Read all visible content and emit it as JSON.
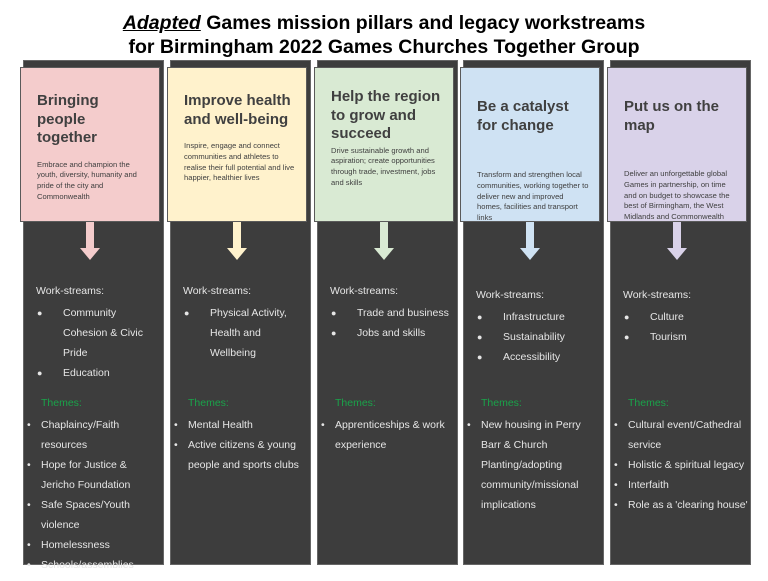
{
  "title": {
    "emphasis": "Adapted",
    "line1_rest": " Games mission pillars and legacy workstreams",
    "line2": "for Birmingham 2022 Games Churches Together Group"
  },
  "labels": {
    "workstreams": "Work-streams:",
    "themes": "Themes:"
  },
  "pillars": [
    {
      "title": "Bringing people together",
      "description": "Embrace and champion the youth, diversity, humanity and pride of the city and Commonwealth",
      "color": "#f4cccc",
      "workstreams": [
        "Community Cohesion & Civic Pride",
        "Education"
      ],
      "themes": [
        "Chaplaincy/Faith resources",
        "Hope for Justice & Jericho Foundation",
        "Safe Spaces/Youth violence",
        "Homelessness",
        "Schools/assemblies"
      ]
    },
    {
      "title": "Improve health and well-being",
      "description": "Inspire, engage and connect communities and athletes to realise their full potential and live happier, healthier lives",
      "color": "#fff2cc",
      "workstreams": [
        "Physical Activity, Health and Wellbeing"
      ],
      "themes": [
        "Mental Health",
        "Active citizens & young people and sports clubs"
      ]
    },
    {
      "title": "Help the region to grow and succeed",
      "description": "Drive sustainable growth and aspiration; create opportunities through trade, investment, jobs and skills",
      "color": "#d9ead3",
      "workstreams": [
        "Trade and business",
        "Jobs and skills"
      ],
      "themes": [
        "Apprenticeships & work experience"
      ]
    },
    {
      "title": "Be a catalyst for change",
      "description": "Transform and strengthen local communities, working together to deliver new and improved homes, facilities and transport links",
      "color": "#cfe2f3",
      "workstreams": [
        "Infrastructure",
        "Sustainability",
        "Accessibility"
      ],
      "themes": [
        "New housing in Perry Barr & Church Planting/adopting community/missional implications"
      ]
    },
    {
      "title": "Put us on the map",
      "description": "Deliver an unforgettable global Games in partnership, on time and on budget to showcase the best of Birmingham, the West Midlands and Commonwealth",
      "color": "#d9d2e9",
      "workstreams": [
        "Culture",
        "Tourism"
      ],
      "themes": [
        "Cultural event/Cathedral service",
        "Holistic & spiritual legacy",
        "Interfaith",
        "Role as a 'clearing house'"
      ]
    }
  ]
}
